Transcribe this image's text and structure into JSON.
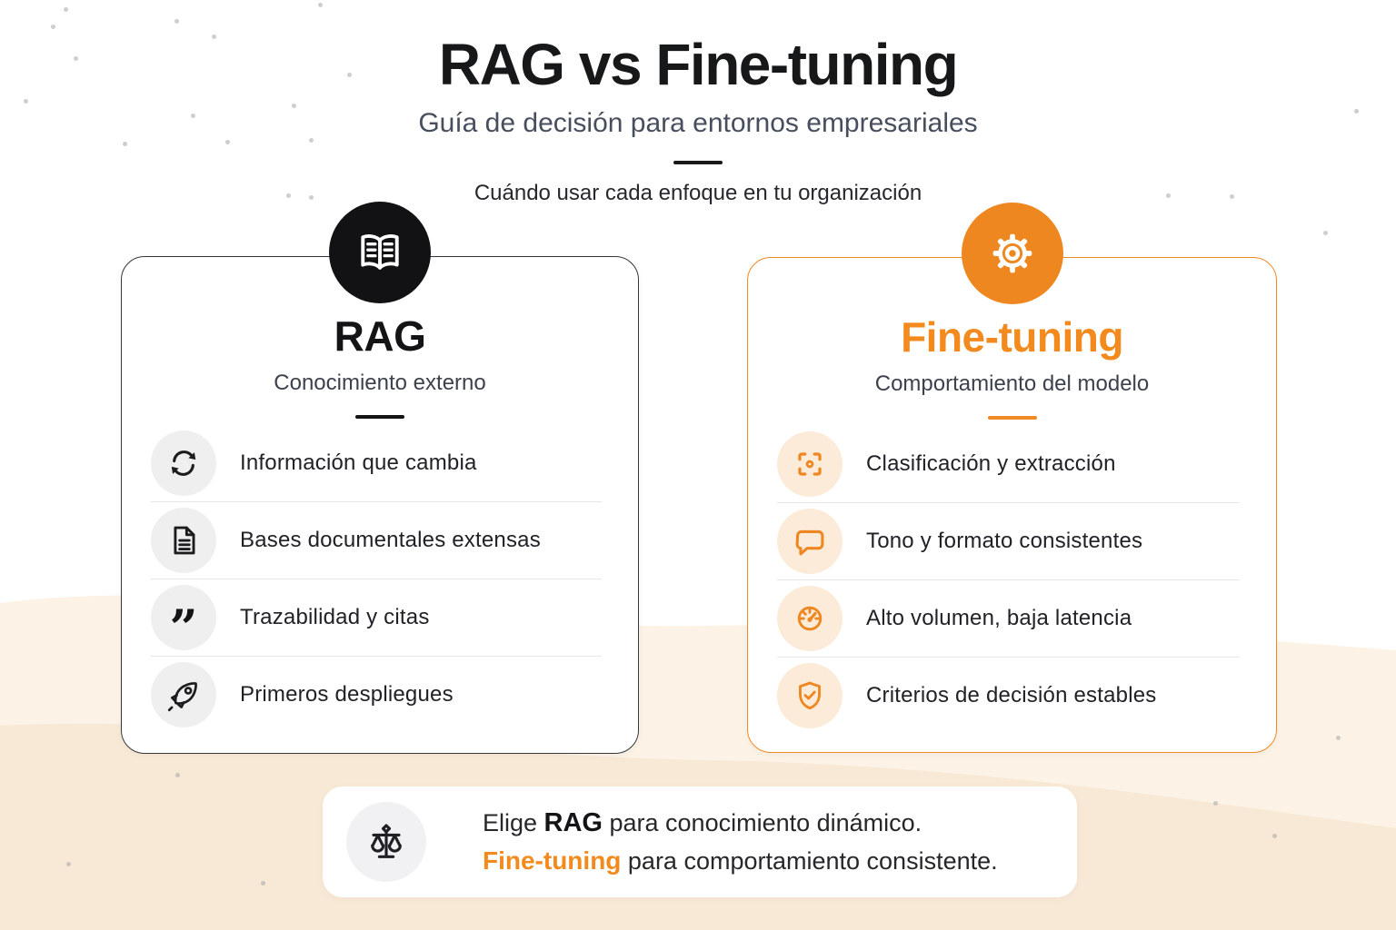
{
  "page": {
    "title": "RAG vs Fine-tuning",
    "subtitle": "Guía de decisión para entornos empresariales",
    "tagline": "Cuándo usar cada enfoque en tu organización"
  },
  "colors": {
    "accent": "#F28A1E",
    "accent_circle": "#EE8720",
    "ink": "#141417",
    "wave_light": "#FCF3E6",
    "wave_deep": "#F7E9D5"
  },
  "cards": {
    "rag": {
      "title": "RAG",
      "subtitle": "Conocimiento externo",
      "icon": "open-book-icon",
      "items": [
        {
          "icon": "refresh-icon",
          "label": "Información que cambia"
        },
        {
          "icon": "document-icon",
          "label": "Bases documentales extensas"
        },
        {
          "icon": "quotes-icon",
          "label": "Trazabilidad y citas"
        },
        {
          "icon": "rocket-icon",
          "label": "Primeros despliegues"
        }
      ]
    },
    "fine_tuning": {
      "title": "Fine-tuning",
      "subtitle": "Comportamiento del modelo",
      "icon": "gear-icon",
      "items": [
        {
          "icon": "focus-icon",
          "label": "Clasificación y extracción"
        },
        {
          "icon": "chat-bubble-icon",
          "label": "Tono y formato consistentes"
        },
        {
          "icon": "gauge-icon",
          "label": "Alto volumen, baja latencia"
        },
        {
          "icon": "shield-check-icon",
          "label": "Criterios de decisión estables"
        }
      ]
    }
  },
  "footer": {
    "icon": "balance-scale-icon",
    "line1_prefix": "Elige ",
    "line1_bold": "RAG",
    "line1_suffix": " para conocimiento dinámico.",
    "line2_bold": "Fine-tuning",
    "line2_suffix": " para comportamiento consistente.",
    "quote_glyph": "”"
  }
}
